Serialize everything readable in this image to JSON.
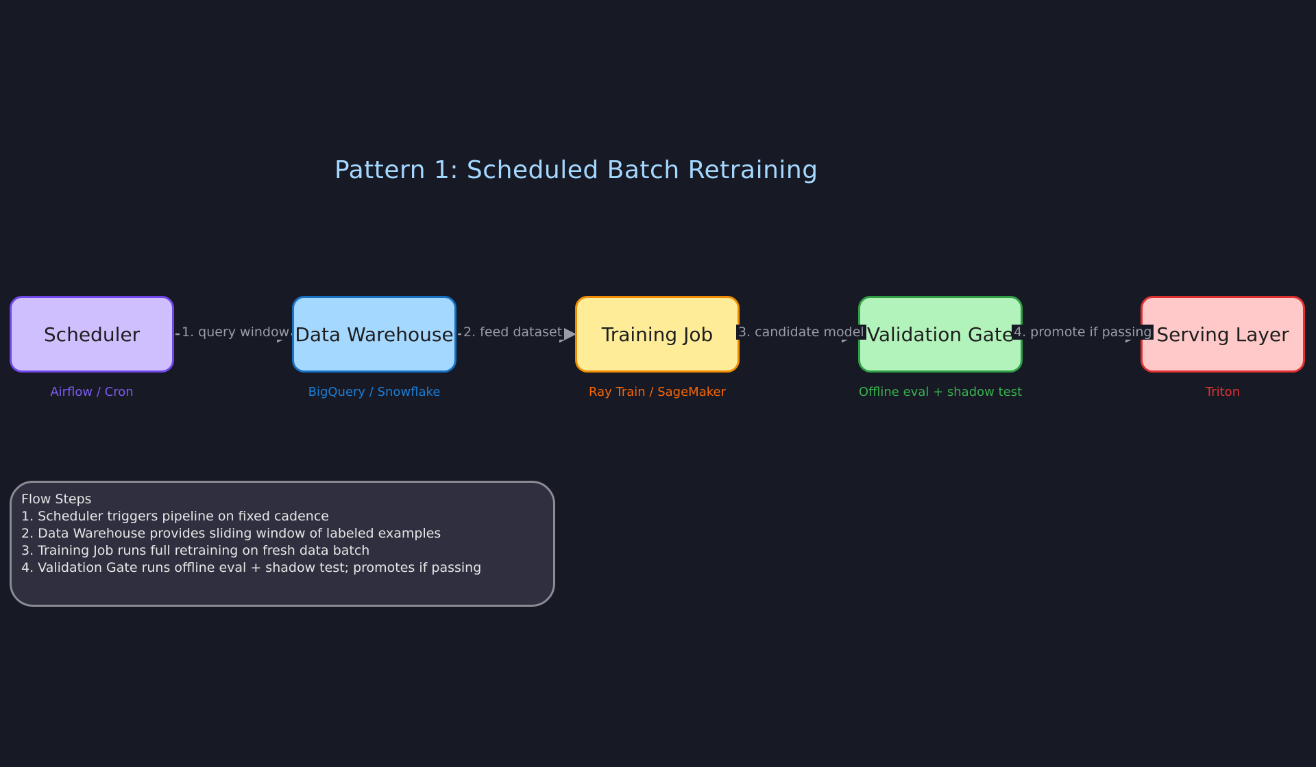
{
  "diagram": {
    "title": "Pattern 1: Scheduled Batch Retraining",
    "nodes": [
      {
        "label": "Scheduler",
        "subtitle": "Airflow / Cron",
        "fill": "#d0bfff",
        "stroke": "#7048e8",
        "sub_color": "#7c5cf0"
      },
      {
        "label": "Data Warehouse",
        "subtitle": "BigQuery / Snowflake",
        "fill": "#a5d8ff",
        "stroke": "#1971c2",
        "sub_color": "#1c7ed6"
      },
      {
        "label": "Training Job",
        "subtitle": "Ray Train / SageMaker",
        "fill": "#ffec99",
        "stroke": "#f08c00",
        "sub_color": "#f76707"
      },
      {
        "label": "Validation Gate",
        "subtitle": "Offline eval + shadow test",
        "fill": "#b2f2bb",
        "stroke": "#2f9e44",
        "sub_color": "#37b24d"
      },
      {
        "label": "Serving Layer",
        "subtitle": "Triton",
        "fill": "#ffc9c9",
        "stroke": "#e03131",
        "sub_color": "#e03131"
      }
    ],
    "edges": [
      {
        "label": "1. query window"
      },
      {
        "label": "2. feed dataset"
      },
      {
        "label": "3. candidate model"
      },
      {
        "label": "4. promote if passing"
      }
    ],
    "notes": {
      "heading": "Flow Steps",
      "lines": [
        "1. Scheduler triggers pipeline on fixed cadence",
        "2. Data Warehouse provides sliding window of labeled examples",
        "3. Training Job runs full retraining on fresh data batch",
        "4. Validation Gate runs offline eval + shadow test; promotes if passing"
      ]
    },
    "colors": {
      "background": "#171925",
      "title": "#a5d8ff",
      "edge": "#9a9ca8",
      "notes_fill": "#2f2f3f",
      "notes_stroke": "#8a8c94"
    }
  }
}
